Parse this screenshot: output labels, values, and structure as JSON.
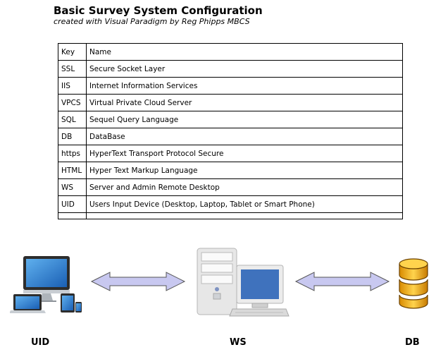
{
  "header": {
    "title": "Basic Survey System Configuration",
    "subtitle": "created with Visual Paradigm by Reg Phipps MBCS"
  },
  "table": {
    "columns": [
      "Key",
      "Name"
    ],
    "rows": [
      {
        "key": "SSL",
        "name": "Secure Socket Layer"
      },
      {
        "key": "IIS",
        "name": "Internet Information Services"
      },
      {
        "key": "VPCS",
        "name": "Virtual Private Cloud Server"
      },
      {
        "key": "SQL",
        "name": "Sequel Query Language"
      },
      {
        "key": "DB",
        "name": "DataBase"
      },
      {
        "key": "https",
        "name": "HyperText Transport Protocol Secure"
      },
      {
        "key": "HTML",
        "name": "Hyper Text Markup Language"
      },
      {
        "key": "WS",
        "name": "Server and Admin Remote Desktop"
      },
      {
        "key": "UID",
        "name": "Users Input Device (Desktop, Laptop, Tablet or Smart Phone)"
      },
      {
        "key": "",
        "name": ""
      }
    ]
  },
  "diagram": {
    "nodes": [
      {
        "label": "UID",
        "icon": "devices-icon"
      },
      {
        "label": "WS",
        "icon": "workstation-icon"
      },
      {
        "label": "DB",
        "icon": "database-icon"
      }
    ],
    "connectors": [
      {
        "from": "UID",
        "to": "WS",
        "type": "bidirectional-arrow",
        "color": "#c8c8f0"
      },
      {
        "from": "WS",
        "to": "DB",
        "type": "bidirectional-arrow",
        "color": "#c8c8f0"
      }
    ]
  }
}
